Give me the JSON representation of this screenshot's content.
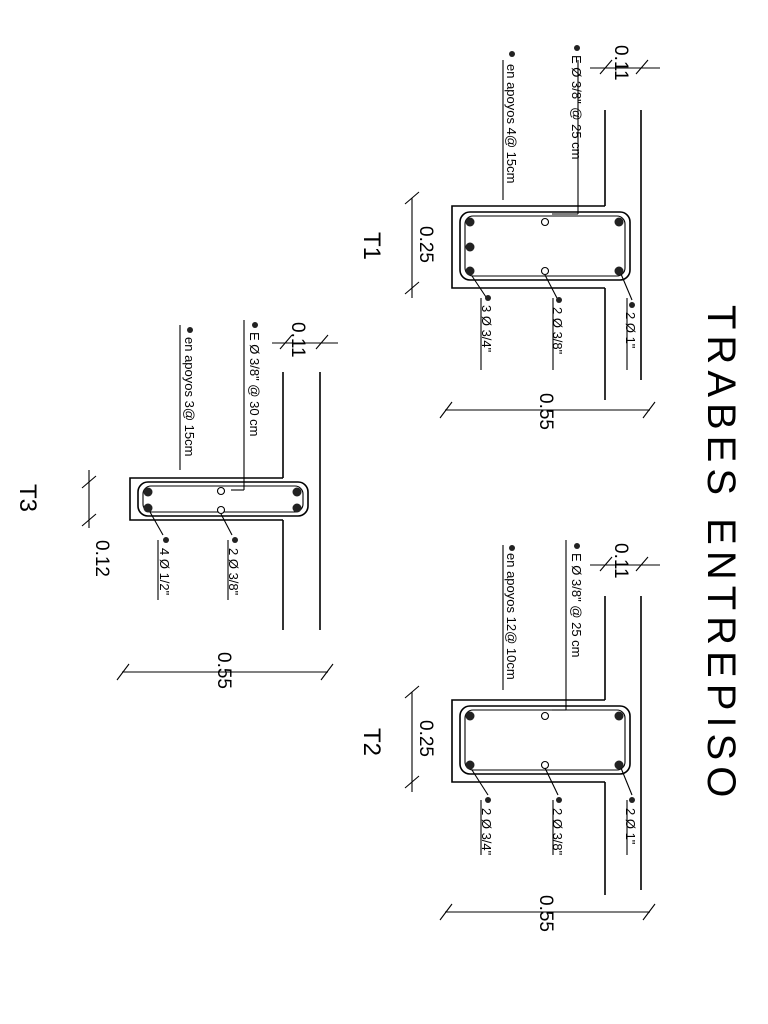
{
  "title": "TRABES ENTREPISO",
  "beams": {
    "t1": {
      "label": "T1",
      "height_dim": "0.55",
      "width_dim": "0.25",
      "slab_dim": "0.11",
      "stirrup": "E Ø 3/8\" @ 25 cm",
      "supports": "en apoyos 4@ 15cm",
      "bar_top": "2 Ø 1\"",
      "bar_mid": "2 Ø 3/8\"",
      "bar_bottom": "3 Ø 3/4\""
    },
    "t2": {
      "label": "T2",
      "height_dim": "0.55",
      "width_dim": "0.25",
      "slab_dim": "0.11",
      "stirrup": "E Ø 3/8\" @ 25 cm",
      "supports": "en apoyos 12@ 10cm",
      "bar_top": "2 Ø 1\"",
      "bar_mid": "2 Ø 3/8\"",
      "bar_bottom": "2 Ø 3/4\""
    },
    "t3": {
      "label": "T3",
      "height_dim": "0.55",
      "width_dim": "0.12",
      "slab_dim": "0.11",
      "stirrup": "E Ø 3/8\" @ 30 cm",
      "supports": "en apoyos 3@ 15cm",
      "bar_mid": "2 Ø 3/8\"",
      "bar_bottom": "4 Ø 1/2\""
    }
  }
}
